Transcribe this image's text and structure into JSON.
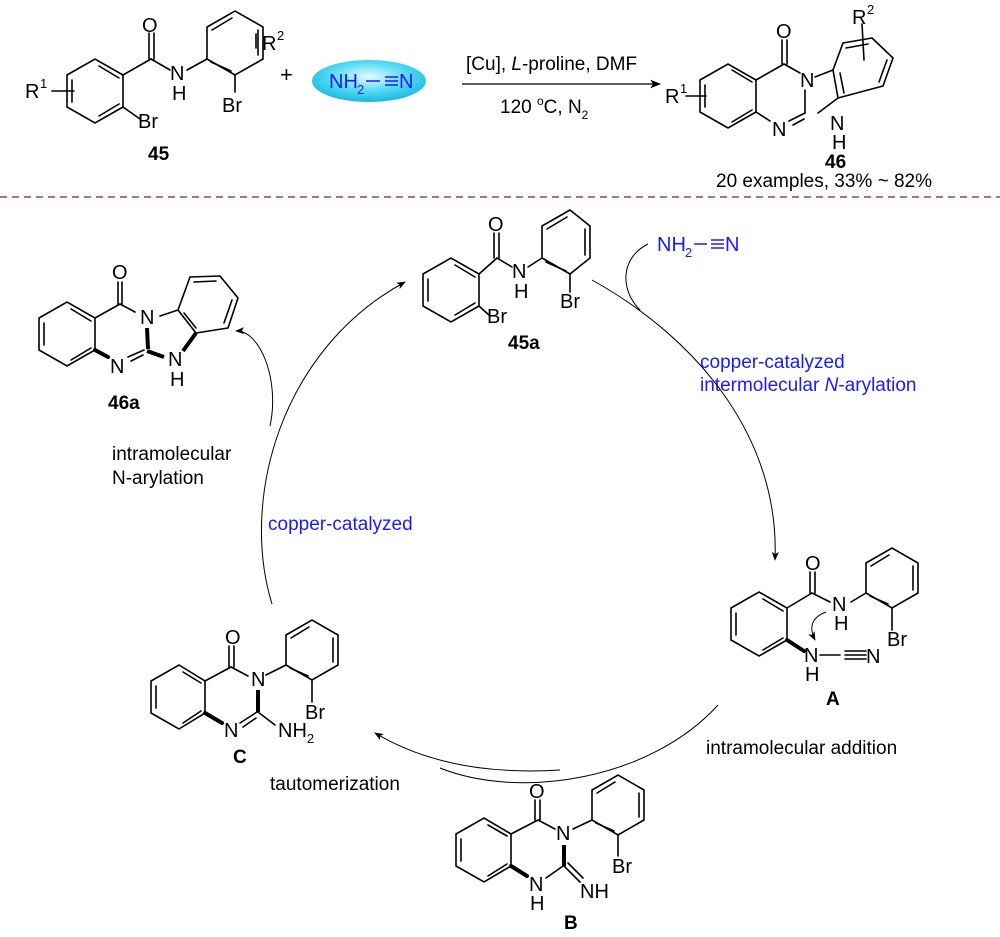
{
  "colors": {
    "text": "#000000",
    "accent_blue": "#1a1aff",
    "divider": "#8b1a3a",
    "highlight_oval": "#2fd0ee"
  },
  "top_scheme": {
    "reactant_label": "45",
    "reactant_atoms": {
      "R1": "R",
      "R1_sup": "1",
      "R2": "R",
      "R2_sup": "2",
      "O": "O",
      "N": "N",
      "H": "H",
      "Br1": "Br",
      "Br2": "Br"
    },
    "plus": "+",
    "cyanamide": {
      "nh": "NH",
      "sub": "2",
      "n": "N"
    },
    "conditions_top": [
      "[Cu], ",
      "L",
      "-proline, DMF"
    ],
    "conditions_bottom": {
      "temp": "120 ",
      "deg": "o",
      "rest": "C, N",
      "sub": "2"
    },
    "product_label": "46",
    "product_atoms": {
      "O": "O",
      "N1": "N",
      "N2": "N",
      "N3": "N",
      "H": "H",
      "R1": "R",
      "R1_sup": "1",
      "R2": "R",
      "R2_sup": "2"
    },
    "scope": "20 examples, 33% ~ 82%"
  },
  "cycle": {
    "compounds": [
      {
        "id": "45a",
        "label": "45a",
        "atoms": {
          "O": "O",
          "N": "N",
          "H": "H",
          "Br1": "Br",
          "Br2": "Br"
        }
      },
      {
        "id": "46a",
        "label": "46a",
        "atoms": {
          "O": "O",
          "N1": "N",
          "N2": "N",
          "N3": "N",
          "H": "H"
        }
      },
      {
        "id": "A",
        "label": "A",
        "atoms": {
          "O": "O",
          "N1": "N",
          "H1": "H",
          "N2": "N",
          "H2": "H",
          "N3": "N",
          "Br": "Br"
        }
      },
      {
        "id": "B",
        "label": "B",
        "atoms": {
          "O": "O",
          "N1": "N",
          "N2": "N",
          "H": "H",
          "NH": "NH",
          "Br": "Br"
        }
      },
      {
        "id": "C",
        "label": "C",
        "atoms": {
          "O": "O",
          "N1": "N",
          "N2": "N",
          "NH": "NH",
          "sub": "2",
          "Br": "Br"
        }
      }
    ],
    "reagent": {
      "nh": "NH",
      "sub": "2",
      "n": "N"
    },
    "steps": [
      {
        "id": "step1",
        "line1": "copper-catalyzed",
        "line2_pre": "intermolecular ",
        "line2_ital": "N",
        "line2_post": "-arylation"
      },
      {
        "id": "step2",
        "text": "intramolecular addition"
      },
      {
        "id": "step3",
        "text": "tautomerization"
      },
      {
        "id": "step4",
        "line1": "intramolecular",
        "line2": "N-arylation"
      },
      {
        "id": "step4_catalyst",
        "text": "copper-catalyzed"
      }
    ]
  }
}
